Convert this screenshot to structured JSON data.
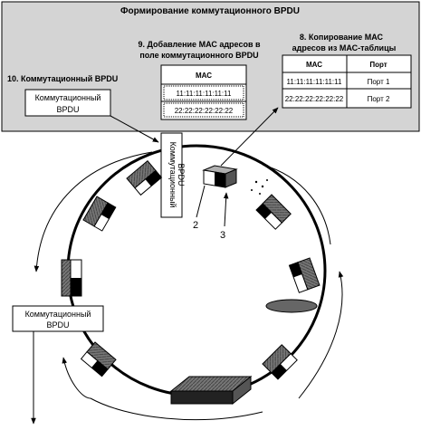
{
  "panel": {
    "title": "Формирование коммутационного BPDU",
    "step9": [
      "9. Добавление  МАС адресов в",
      "поле коммутационного BPDU"
    ],
    "step8": [
      "8. Копирование  МАС",
      "адресов из  МАС-таблицы"
    ],
    "step10": "10. Коммутационный BPDU",
    "bpdu_box": [
      "Коммутационный",
      "BPDU"
    ],
    "mac_list": {
      "header": "МАС",
      "rows": [
        "11:11:11:11:11:11",
        "22:22:22:22:22:22"
      ]
    },
    "mac_table": {
      "headers": [
        "МАС",
        "Порт"
      ],
      "rows": [
        [
          "11:11:11:11:11:11",
          "Порт 1"
        ],
        [
          "22:22:22:22:22:22",
          "Порт 2"
        ]
      ]
    }
  },
  "ring": {
    "vertical_bpdu": [
      "Коммутационный",
      "BPDU"
    ],
    "callout_2": "2",
    "callout_3": "3",
    "bottom_bpdu": [
      "Коммутационный",
      "BPDU"
    ]
  },
  "colors": {
    "panel_bg": "#d4d4d4",
    "line": "#000000",
    "switch_top": "#9a9a9a",
    "switch_side": "#5a5a5a"
  }
}
